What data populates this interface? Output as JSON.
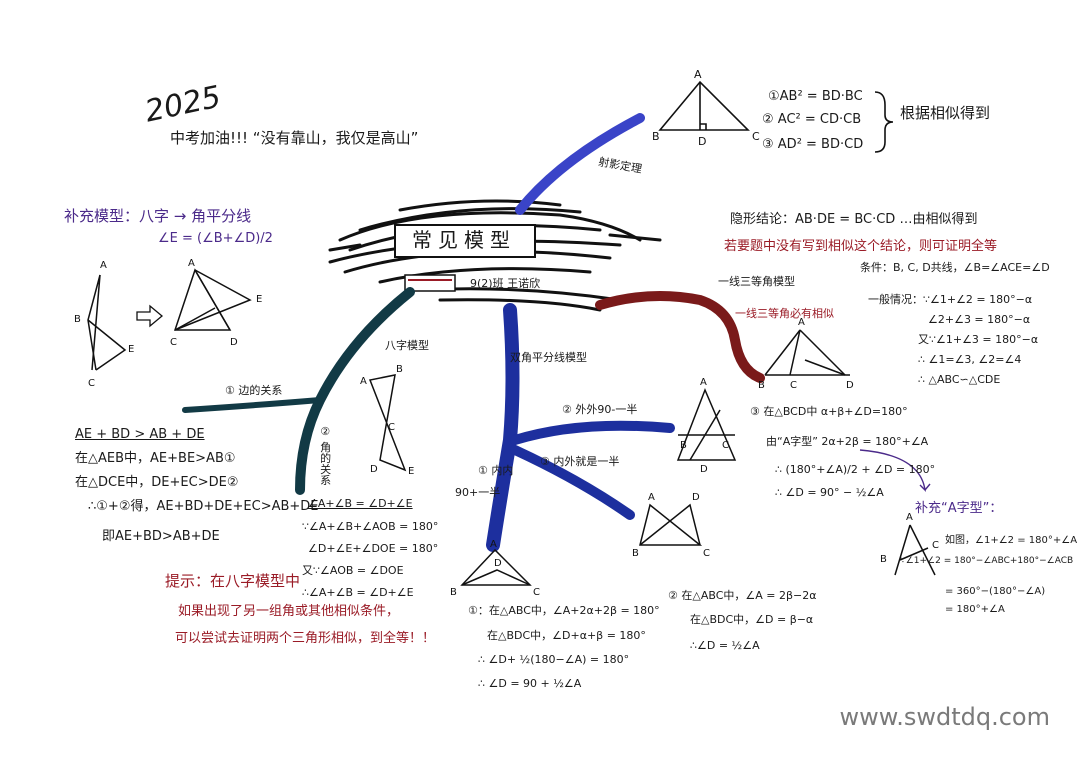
{
  "header": {
    "year": "2025",
    "slogan": "中考加油!!! “没有靠山，我仅是高山”"
  },
  "center": {
    "title": "常见模型",
    "author": "9(2)班 王诺欣"
  },
  "shooting_model": {
    "label": "射影定理",
    "formulas": [
      "①AB² = BD·BC",
      "② AC² = CD·CB",
      "③ AD² = BD·CD"
    ],
    "conclusion": "根据相似得到"
  },
  "supplement_model": {
    "title": "补充模型：八字 → 角平分线",
    "formula": "∠E = (∠B+∠D)/2"
  },
  "eight_model": {
    "label": "八字模型",
    "sub1": "① 边的关系",
    "sub2": "② 角的关系",
    "side_proof": [
      "AE + BD > AB + DE",
      "在△AEB中，AE+BE>AB①",
      "在△DCE中，DE+EC>DE②",
      "∴①+②得，AE+BD+DE+EC>AB+DE",
      "即AE+BD>AB+DE"
    ],
    "angle_proof": [
      "∠A+∠B = ∠D+∠E",
      "∵∠A+∠B+∠AOB = 180°",
      "∠D+∠E+∠DOE = 180°",
      "又∵∠AOB = ∠DOE",
      "∴∠A+∠B = ∠D+∠E"
    ],
    "hint": [
      "提示：在八字模型中",
      "如果出现了另一组角或其他相似条件，",
      "可以尝试去证明两个三角形相似，到全等！！"
    ]
  },
  "bisector_model": {
    "label": "双角平分线模型",
    "sub1": "① 内内",
    "sub1b": "90+一半",
    "sub2": "② 外外90-一半",
    "sub3": "③ 内外就是一半",
    "proof1": [
      "①：在△ABC中，∠A+2α+2β = 180°",
      "在△BDC中，∠D+α+β = 180°",
      "∴ ∠D+ ½(180−∠A) = 180°",
      "∴ ∠D = 90 + ½∠A"
    ],
    "proof2": [
      "② 在△ABC中，∠A = 2β−2α",
      "在△BDC中，∠D = β−α",
      "∴∠D = ½∠A"
    ],
    "proof3": [
      "③ 在△BCD中  α+β+∠D=180°",
      "由“A字型”  2α+2β = 180°+∠A",
      "∴ (180°+∠A)/2 + ∠D = 180°",
      "∴ ∠D = 90° − ½∠A"
    ],
    "supplement_A": "补充“A字型”：",
    "supplement_A_proof": [
      "如图，∠1+∠2 = 180°+∠A",
      "∵∠1+∠2 = 180°−∠ABC+180°−∠ACB",
      "= 360°−(180°−∠A)",
      "= 180°+∠A"
    ]
  },
  "one_line_three_equal": {
    "header_line1": "隐形结论：AB·DE = BC·CD …由相似得到",
    "header_line2": "若要题中没有写到相似这个结论，则可证明全等",
    "label1": "一线三等角模型",
    "label2": "一线三等角必有相似",
    "condition": "条件：B, C, D共线，∠B=∠ACE=∠D",
    "general": [
      "一般情况：∵∠1+∠2 = 180°−α",
      "∠2+∠3 = 180°−α",
      "又∵∠1+∠3 = 180°−α",
      "∴ ∠1=∠3, ∠2=∠4",
      "∴ △ABC∽△CDE"
    ]
  },
  "watermark": "www.swdtdq.com",
  "colors": {
    "ink": "#1a1a1a",
    "purple": "#4b2a8a",
    "red": "#9a1b26",
    "blue_branch": "#1d2f9e",
    "teal_branch": "#123a45",
    "maroon_branch": "#7a1a1a",
    "light_blue_branch": "#3a44c8"
  }
}
